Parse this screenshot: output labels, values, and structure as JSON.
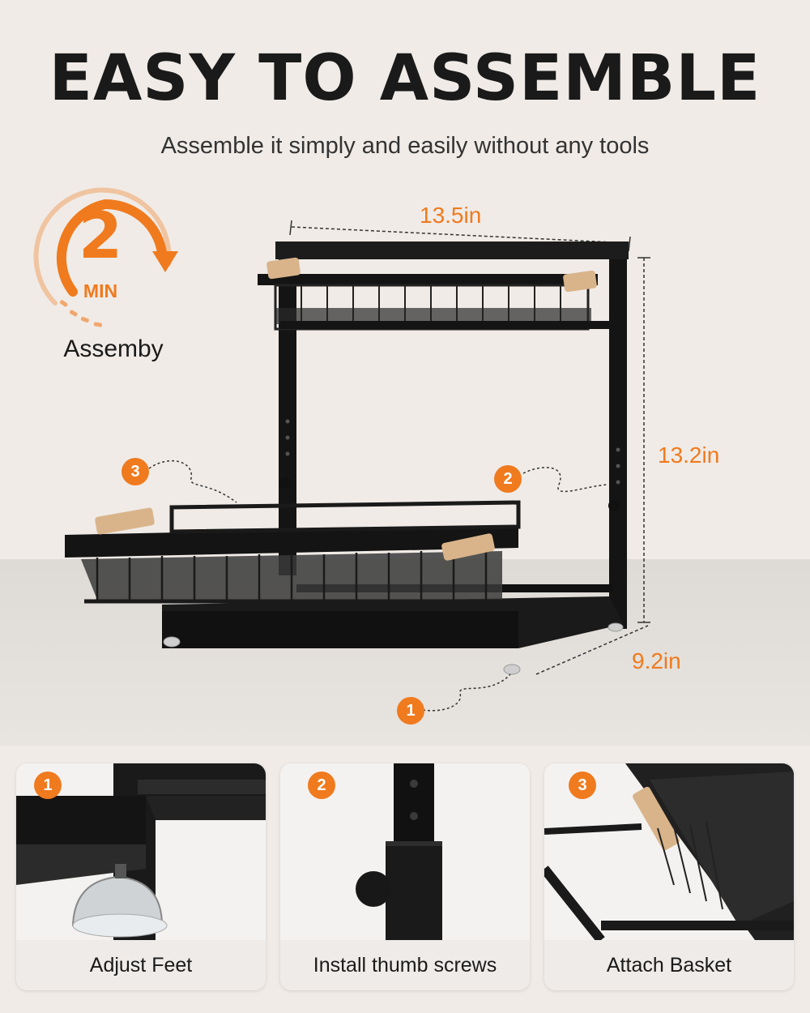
{
  "header": {
    "title": "EASY TO ASSEMBLE",
    "subtitle": "Assemble it simply and easily without any tools"
  },
  "badge": {
    "number": "2",
    "unit": "MIN",
    "label": "Assemby"
  },
  "dimensions": {
    "width": "13.5in",
    "height": "13.2in",
    "depth": "9.2in"
  },
  "callouts": [
    "1",
    "2",
    "3"
  ],
  "steps": [
    {
      "number": "1",
      "label": "Adjust Feet"
    },
    {
      "number": "2",
      "label": "Install thumb screws"
    },
    {
      "number": "3",
      "label": "Attach Basket"
    }
  ],
  "colors": {
    "accent": "#f07a1e",
    "background": "#f0ebe7",
    "frame": "#141414",
    "wood": "#d9b48a"
  }
}
